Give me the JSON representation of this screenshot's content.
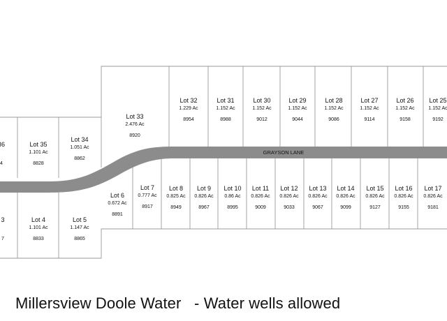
{
  "road": {
    "name": "GRAYSON LANE"
  },
  "caption": "Millersview Doole Water   - Water wells allowed",
  "colors": {
    "road": "#8c8c8c",
    "lot_line": "#9a9a9a",
    "text": "#111111",
    "background": "#ffffff"
  },
  "lots_north": [
    {
      "name": "36",
      "acres": "",
      "address": "4"
    },
    {
      "name": "Lot 35",
      "acres": "1.101 Ac",
      "address": "8828"
    },
    {
      "name": "Lot 34",
      "acres": "1.051 Ac",
      "address": "8862"
    },
    {
      "name": "Lot 33",
      "acres": "2.476 Ac",
      "address": "8920"
    },
    {
      "name": "Lot 32",
      "acres": "1.229 Ac",
      "address": "8954"
    },
    {
      "name": "Lot 31",
      "acres": "1.152 Ac",
      "address": "8988"
    },
    {
      "name": "Lot 30",
      "acres": "1.152 Ac",
      "address": "9012"
    },
    {
      "name": "Lot 29",
      "acres": "1.152 Ac",
      "address": "9044"
    },
    {
      "name": "Lot 28",
      "acres": "1.152 Ac",
      "address": "9086"
    },
    {
      "name": "Lot 27",
      "acres": "1.152 Ac",
      "address": "9114"
    },
    {
      "name": "Lot 26",
      "acres": "1.152 Ac",
      "address": "9158"
    },
    {
      "name": "Lot 25",
      "acres": "1.152 Ac",
      "address": "9192"
    }
  ],
  "lots_south": [
    {
      "name": "3",
      "acres": "",
      "address": "7"
    },
    {
      "name": "Lot 4",
      "acres": "1.101 Ac",
      "address": "8833"
    },
    {
      "name": "Lot 5",
      "acres": "1.147 Ac",
      "address": "8865"
    },
    {
      "name": "Lot 6",
      "acres": "0.672 Ac",
      "address": "8891"
    },
    {
      "name": "Lot 7",
      "acres": "0.777 Ac",
      "address": "8917"
    },
    {
      "name": "Lot 8",
      "acres": "0.825 Ac",
      "address": "8949"
    },
    {
      "name": "Lot 9",
      "acres": "0.826 Ac",
      "address": "8967"
    },
    {
      "name": "Lot 10",
      "acres": "0.86 Ac",
      "address": "8995"
    },
    {
      "name": "Lot 11",
      "acres": "0.826 Ac",
      "address": "9009"
    },
    {
      "name": "Lot 12",
      "acres": "0.826 Ac",
      "address": "9033"
    },
    {
      "name": "Lot 13",
      "acres": "0.826 Ac",
      "address": "9067"
    },
    {
      "name": "Lot 14",
      "acres": "0.826 Ac",
      "address": "9099"
    },
    {
      "name": "Lot 15",
      "acres": "0.826 Ac",
      "address": "9127"
    },
    {
      "name": "Lot 16",
      "acres": "0.826 Ac",
      "address": "9155"
    },
    {
      "name": "Lot 17",
      "acres": "0.826 Ac",
      "address": "9181"
    }
  ]
}
